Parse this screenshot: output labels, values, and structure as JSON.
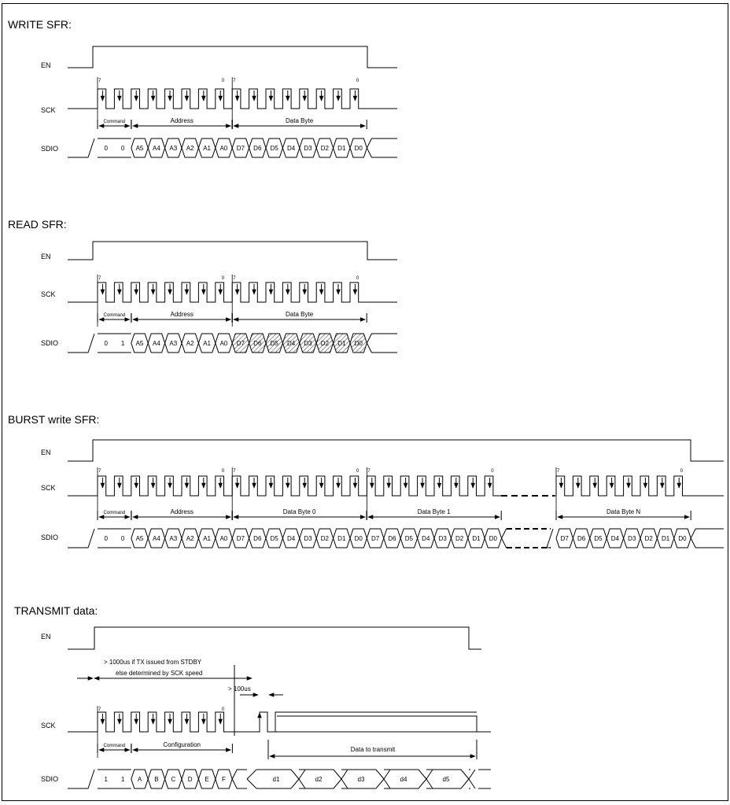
{
  "sections": [
    {
      "title": "WRITE SFR:",
      "signals": [
        "EN",
        "SCK",
        "SDIO"
      ],
      "brace_labels": [
        "Command",
        "Address",
        "Data Byte"
      ],
      "bit_labels": [
        "7",
        "0",
        "7",
        "0"
      ],
      "sdio": [
        "0",
        "0",
        "A5",
        "A4",
        "A3",
        "A2",
        "A1",
        "A0",
        "D7",
        "D6",
        "D5",
        "D4",
        "D3",
        "D2",
        "D1",
        "D0"
      ]
    },
    {
      "title": "READ SFR:",
      "signals": [
        "EN",
        "SCK",
        "SDIO"
      ],
      "brace_labels": [
        "Command",
        "Address",
        "Data Byte"
      ],
      "bit_labels": [
        "7",
        "0",
        "7",
        "0"
      ],
      "sdio": [
        "0",
        "1",
        "A5",
        "A4",
        "A3",
        "A2",
        "A1",
        "A0",
        "D7",
        "D6",
        "D5",
        "D4",
        "D3",
        "D2",
        "D1",
        "D0"
      ]
    },
    {
      "title": "BURST write SFR:",
      "signals": [
        "EN",
        "SCK",
        "SDIO"
      ],
      "brace_labels": [
        "Command",
        "Address",
        "Data Byte 0",
        "Data Byte 1",
        "Data Byte N"
      ],
      "bit_labels": [
        "7",
        "0",
        "7",
        "0",
        "7",
        "0",
        "7",
        "0"
      ],
      "sdio": [
        "0",
        "0",
        "A5",
        "A4",
        "A3",
        "A2",
        "A1",
        "A0",
        "D7",
        "D6",
        "D5",
        "D4",
        "D3",
        "D2",
        "D1",
        "D0",
        "D7",
        "D6",
        "D5",
        "D4",
        "D3",
        "D2",
        "D1",
        "D0",
        "D7",
        "D6",
        "D5",
        "D4",
        "D3",
        "D2",
        "D1",
        "D0"
      ]
    },
    {
      "title": "TRANSMIT data:",
      "signals": [
        "EN",
        "SCK",
        "SDIO"
      ],
      "brace_labels": [
        "Command",
        "Configuration",
        "Data to transmit"
      ],
      "bit_labels": [
        "7",
        "0"
      ],
      "sdio": [
        "1",
        "1",
        "A",
        "B",
        "C",
        "D",
        "E",
        "F",
        "d1",
        "d2",
        "d3",
        "d4",
        "d5"
      ],
      "annotations": [
        "> 1000us if TX issued from STDBY",
        "else determined by SCK speed",
        "> 100us"
      ]
    }
  ]
}
